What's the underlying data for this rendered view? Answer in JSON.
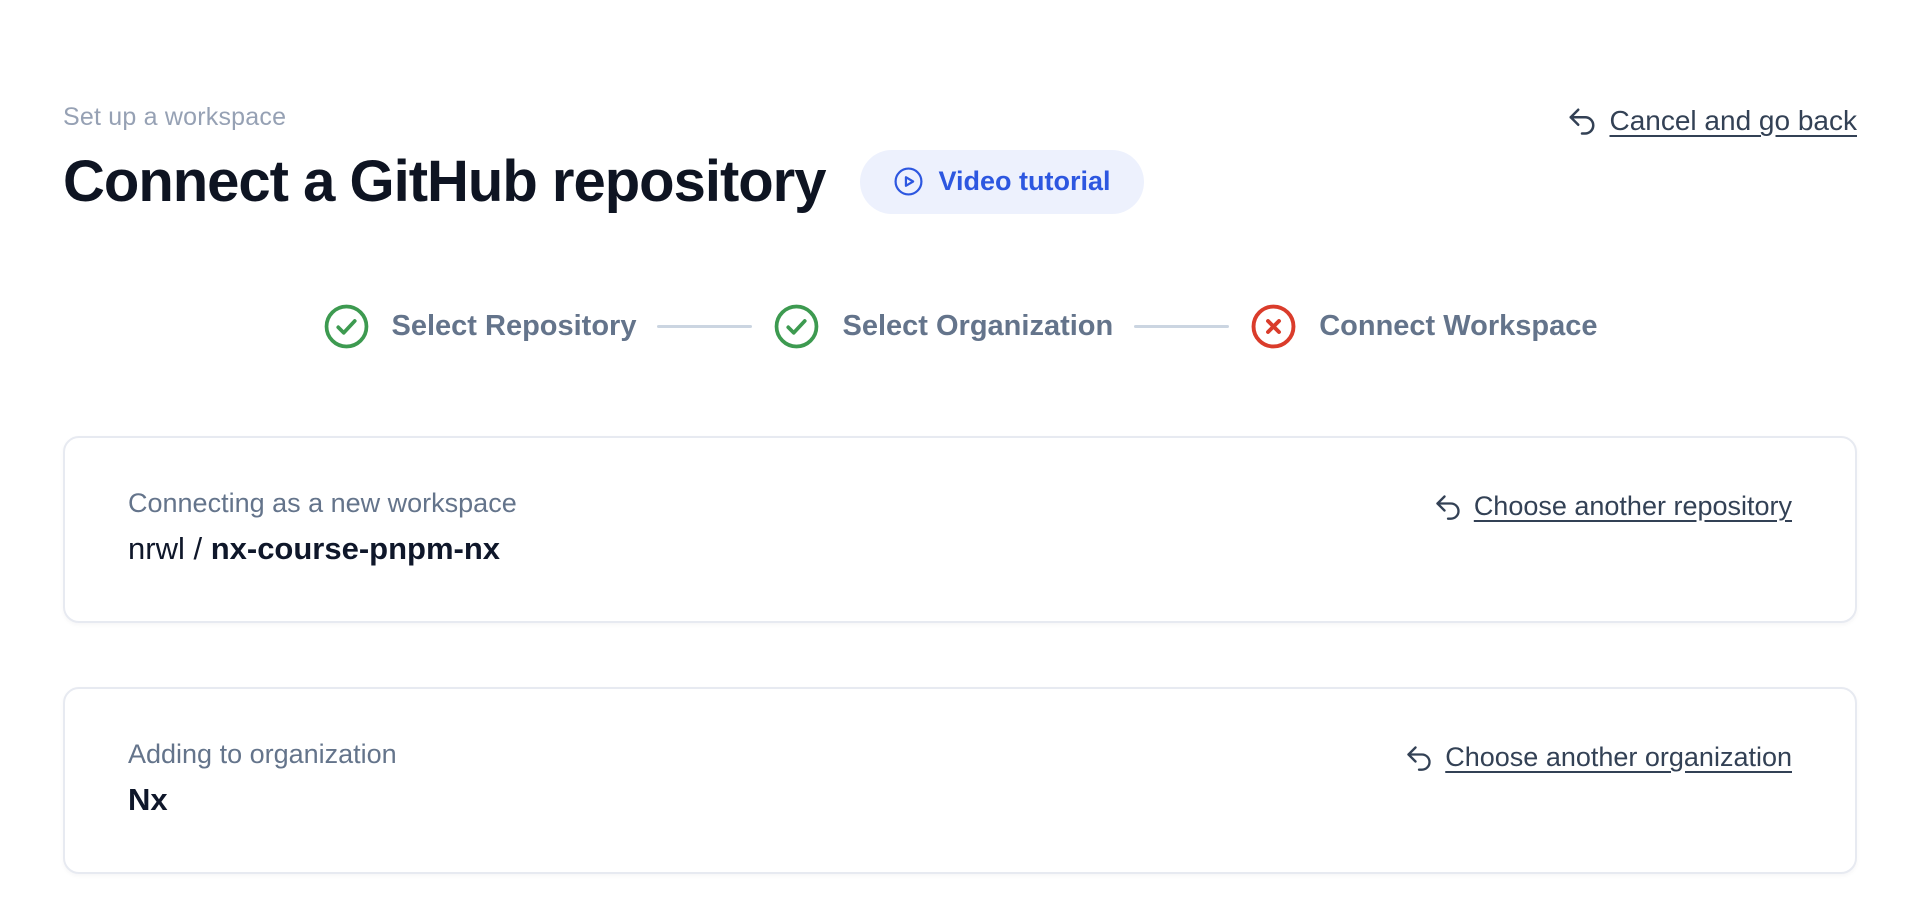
{
  "page": {
    "eyebrow": "Set up a workspace",
    "title": "Connect a GitHub repository",
    "video_button": {
      "label": "Video tutorial",
      "icon": "play-circle-icon"
    },
    "cancel_link": {
      "label": "Cancel and go back",
      "icon": "undo-icon"
    }
  },
  "stepper": {
    "steps": [
      {
        "label": "Select Repository",
        "status": "complete",
        "icon": "check-circle-icon"
      },
      {
        "label": "Select Organization",
        "status": "complete",
        "icon": "check-circle-icon"
      },
      {
        "label": "Connect Workspace",
        "status": "error",
        "icon": "x-circle-icon"
      }
    ]
  },
  "cards": [
    {
      "label": "Connecting as a new workspace",
      "value_prefix": "nrwl / ",
      "value": "nx-course-pnpm-nx",
      "action": {
        "label": "Choose another repository",
        "icon": "undo-icon"
      }
    },
    {
      "label": "Adding to organization",
      "value_prefix": "",
      "value": "Nx",
      "action": {
        "label": "Choose another organization",
        "icon": "undo-icon"
      }
    }
  ],
  "colors": {
    "accent_blue": "#2d57e0",
    "accent_blue_bg": "#edf1fd",
    "success_green": "#3d9a50",
    "error_red": "#da3c2b",
    "title_dark": "#0e1422",
    "eyebrow_gray": "#96a1b4",
    "step_label_gray": "#64748b",
    "link_slate": "#334155",
    "card_border": "#e7eaf1",
    "connector_gray": "#cbd5e1"
  }
}
